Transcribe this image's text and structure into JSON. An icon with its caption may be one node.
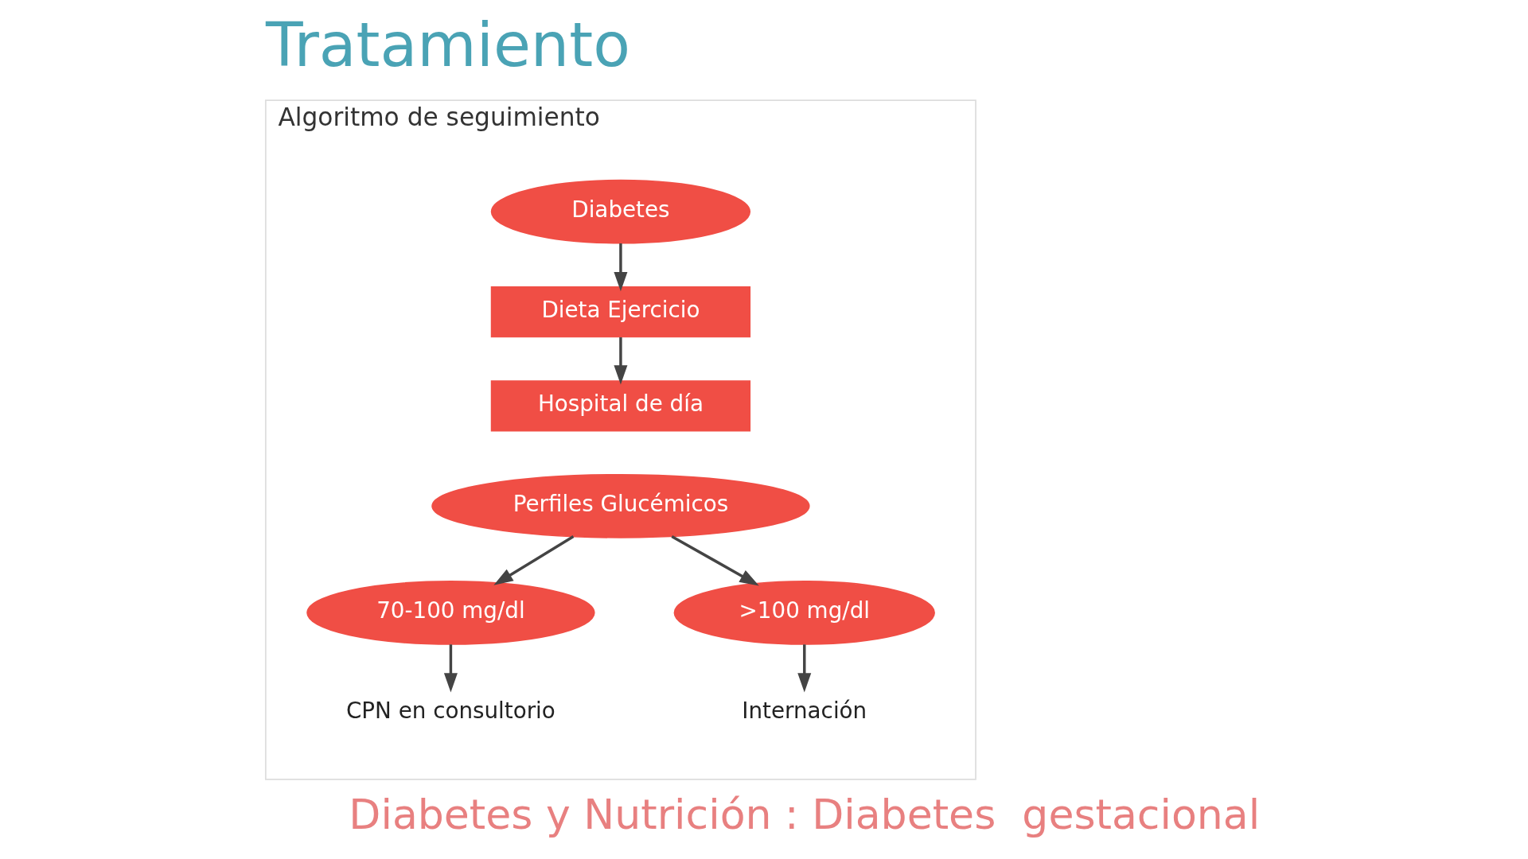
{
  "diagram": {
    "title": "Tratamiento",
    "caption": "Diabetes y Nutrición : Diabetes  gestacional",
    "nodes": [
      {
        "text": [
          "Algoritmo de seguimiento"
        ]
      },
      {
        "text": [
          "Diabetes"
        ],
        "in": 0
      },
      {
        "text": [
          "Dieta Ejercicio"
        ],
        "in": 0
      },
      {
        "text": [
          "Hospital de día"
        ],
        "in": 0
      },
      {
        "text": [
          "Perfiles Glucémicos"
        ],
        "in": 0
      },
      {
        "text": [
          "70-100 mg/dl"
        ],
        "in": 0
      },
      {
        "text": [
          ">100 mg/dl"
        ],
        "in": 0
      },
      {
        "text": [
          "CPN en consultorio"
        ],
        "in": 0
      },
      {
        "text": [
          "Internación"
        ],
        "in": 0
      }
    ],
    "edges": [
      {
        "from": 1,
        "to": 2,
        "arrow": "to"
      },
      {
        "from": 2,
        "to": 3,
        "arrow": "to"
      },
      {
        "from": 4,
        "to": 5,
        "arrow": "to"
      },
      {
        "from": 4,
        "to": 6,
        "arrow": "to"
      },
      {
        "from": 5,
        "to": 7,
        "arrow": "to"
      },
      {
        "from": 6,
        "to": 8,
        "arrow": "to"
      }
    ]
  }
}
